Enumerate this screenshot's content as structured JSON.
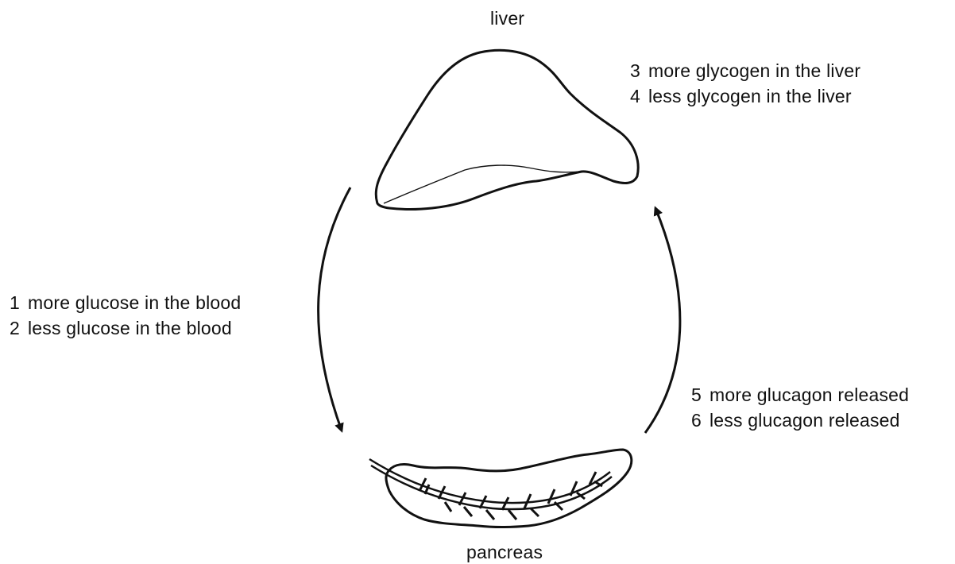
{
  "labels": {
    "liver": "liver",
    "pancreas": "pancreas"
  },
  "options": [
    {
      "number": "1",
      "text": "more glucose in the blood"
    },
    {
      "number": "2",
      "text": "less glucose in the blood"
    },
    {
      "number": "3",
      "text": "more glycogen in the liver"
    },
    {
      "number": "4",
      "text": "less glycogen in the liver"
    },
    {
      "number": "5",
      "text": "more glucagon released"
    },
    {
      "number": "6",
      "text": "less glucagon released"
    }
  ],
  "colors": {
    "stroke": "#111111",
    "background": "#ffffff"
  }
}
